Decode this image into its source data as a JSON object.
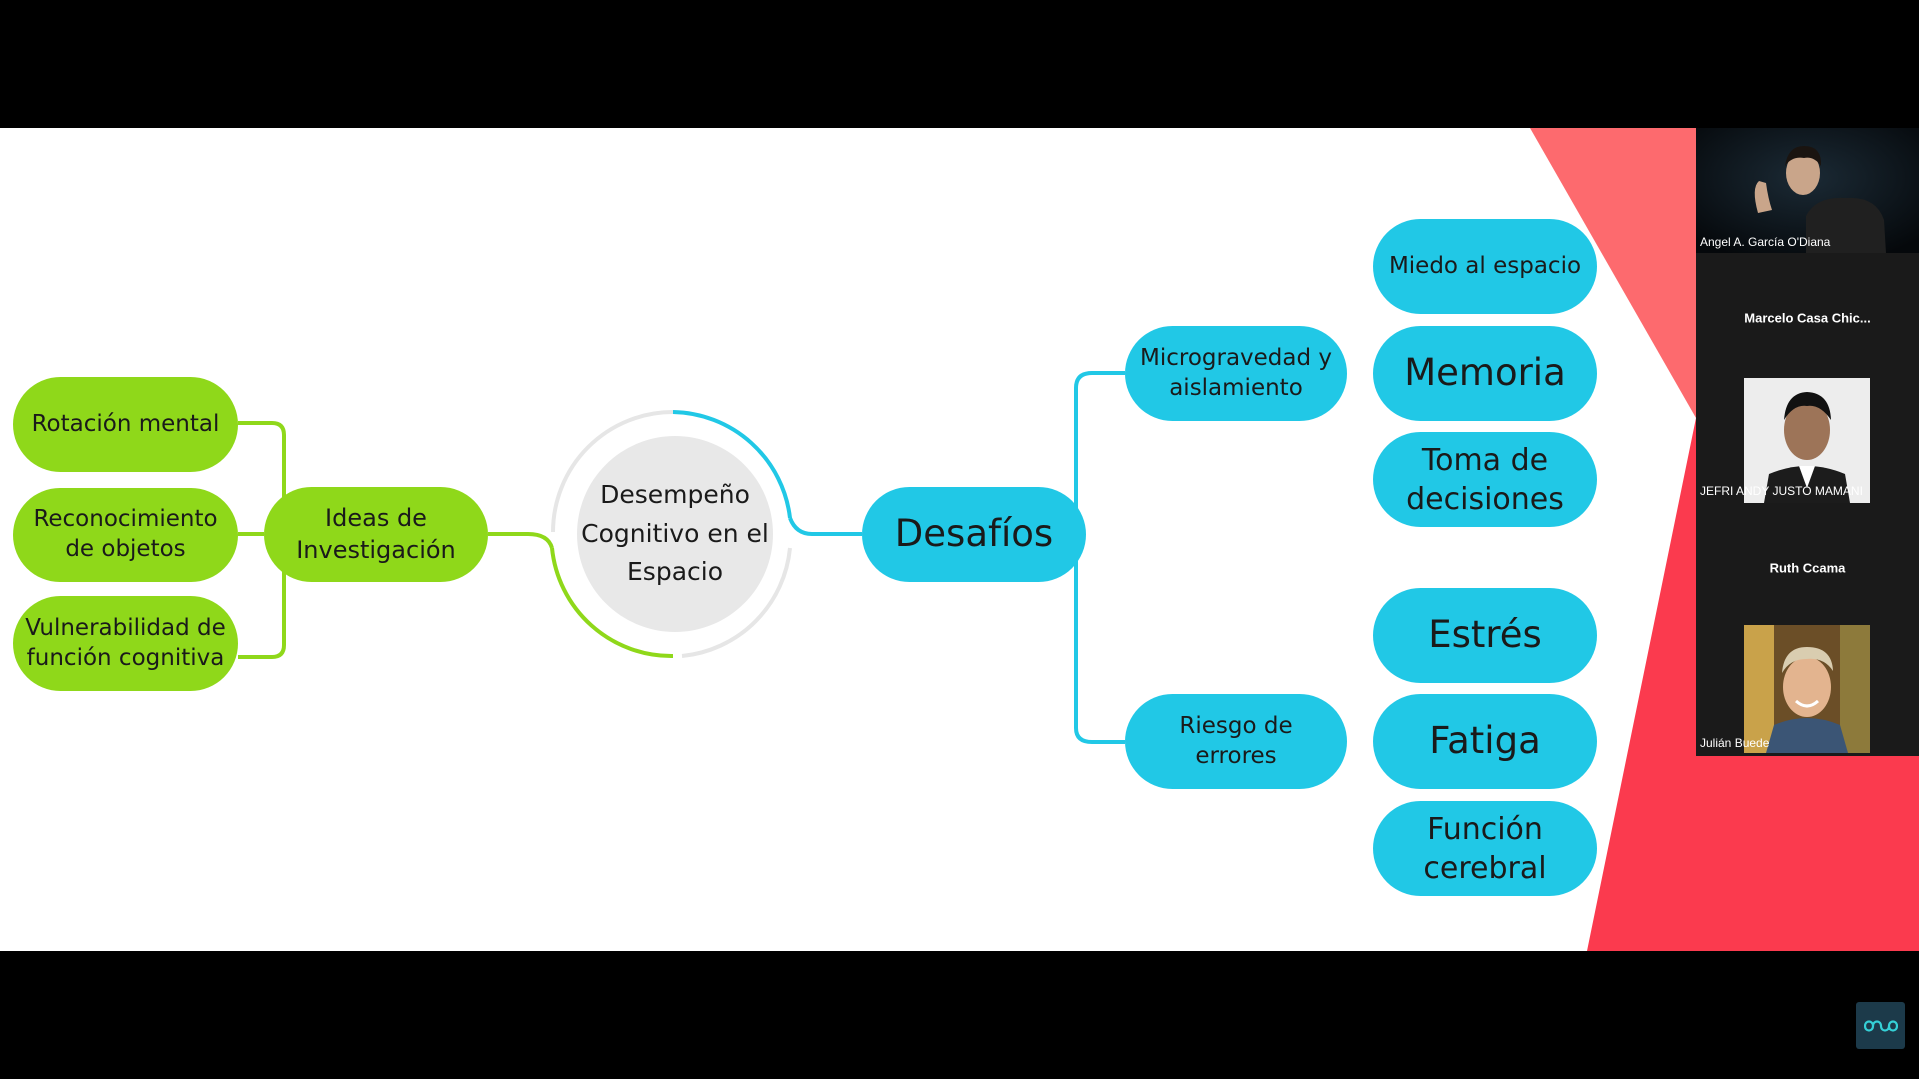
{
  "mindmap": {
    "center": "Desempeño Cognitivo en el Espacio",
    "left": {
      "hub": "Ideas de Investigación",
      "items": [
        "Rotación mental",
        "Reconocimiento de objetos",
        "Vulnerabilidad de función cognitiva"
      ]
    },
    "right": {
      "hub": "Desafíos",
      "branches": [
        {
          "label": "Microgravedad y aislamiento",
          "items": [
            "Miedo al espacio",
            "Memoria",
            "Toma de decisiones"
          ]
        },
        {
          "label": "Riesgo de errores",
          "items": [
            "Estrés",
            "Fatiga",
            "Función cerebral"
          ]
        }
      ]
    }
  },
  "participants": [
    {
      "name": "Angel A. García O'Diana",
      "video": true
    },
    {
      "name": "Marcelo Casa Chic...",
      "video": false
    },
    {
      "name": "JEFRI ANDY JUSTO MAMANI",
      "video": true
    },
    {
      "name": "Ruth Ccama",
      "video": false
    },
    {
      "name": "Julián Buede",
      "video": true
    }
  ],
  "colors": {
    "green": "#8fd81a",
    "cyan": "#21c8e6",
    "accent_red": "#fb3a4e",
    "center_gray": "#e8e8e8"
  },
  "icons": {
    "app_logo": "infinity-logo-icon"
  }
}
